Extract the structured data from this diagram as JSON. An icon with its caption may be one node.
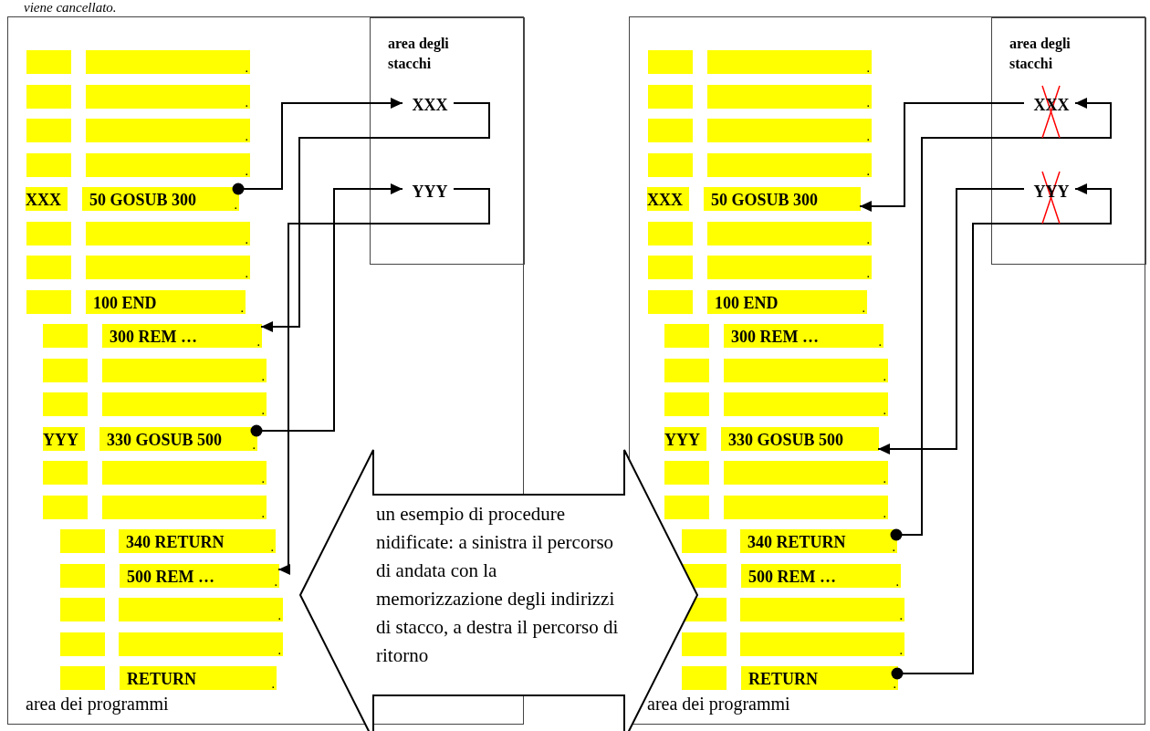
{
  "diagram": {
    "nodes": [
      {
        "text": [
          "area dei programmi"
        ]
      },
      {
        "text": [
          "area degli stacchi"
        ],
        "in": 0
      },
      {
        "text": [
          "XXX"
        ],
        "in": 1
      },
      {
        "text": [
          "YYY"
        ],
        "in": 1
      },
      {
        "text": [],
        "shape": "bar",
        "in": 0
      },
      {
        "text": [
          "."
        ],
        "in": 0
      },
      {
        "text": [],
        "shape": "bar",
        "in": 0
      },
      {
        "text": [
          "."
        ],
        "in": 0
      },
      {
        "text": [],
        "shape": "bar",
        "in": 0
      },
      {
        "text": [
          "."
        ],
        "in": 0
      },
      {
        "text": [],
        "shape": "bar",
        "in": 0
      },
      {
        "text": [
          "."
        ],
        "in": 0
      },
      {
        "text": [
          "XXX"
        ],
        "in": 0
      },
      {
        "text": [
          "50 GOSUB 300",
          "."
        ],
        "in": 0
      },
      {
        "text": [],
        "shape": "bar",
        "in": 0
      },
      {
        "text": [
          "."
        ],
        "in": 0
      },
      {
        "text": [],
        "shape": "bar",
        "in": 0
      },
      {
        "text": [
          "."
        ],
        "in": 0
      },
      {
        "text": [],
        "shape": "bar",
        "in": 0
      },
      {
        "text": [
          "100 END",
          "."
        ],
        "in": 0
      },
      {
        "text": [],
        "shape": "bar",
        "in": 0
      },
      {
        "text": [
          "300 REM …",
          "."
        ],
        "in": 0
      },
      {
        "text": [],
        "shape": "bar",
        "in": 0
      },
      {
        "text": [
          "."
        ],
        "in": 0
      },
      {
        "text": [],
        "shape": "bar",
        "in": 0
      },
      {
        "text": [
          "."
        ],
        "in": 0
      },
      {
        "text": [
          "YYY"
        ],
        "in": 0
      },
      {
        "text": [
          "330 GOSUB 500",
          "."
        ],
        "in": 0
      },
      {
        "text": [],
        "shape": "bar",
        "in": 0
      },
      {
        "text": [
          "."
        ],
        "in": 0
      },
      {
        "text": [],
        "shape": "bar",
        "in": 0
      },
      {
        "text": [
          "."
        ],
        "in": 0
      },
      {
        "text": [],
        "shape": "bar",
        "in": 0
      },
      {
        "text": [
          "340 RETURN",
          "."
        ],
        "in": 0
      },
      {
        "text": [],
        "shape": "bar",
        "in": 0
      },
      {
        "text": [
          "500 REM …",
          "."
        ],
        "in": 0
      },
      {
        "text": [],
        "shape": "bar",
        "in": 0
      },
      {
        "text": [
          "."
        ],
        "in": 0
      },
      {
        "text": [],
        "shape": "bar",
        "in": 0
      },
      {
        "text": [
          "."
        ],
        "in": 0
      },
      {
        "text": [],
        "shape": "bar",
        "in": 0
      },
      {
        "text": [
          "RETURN",
          "."
        ],
        "in": 0
      },
      {
        "text": [
          "area dei programmi"
        ]
      },
      {
        "text": [
          "area degli stacchi"
        ],
        "in": 42
      },
      {
        "text": [
          "XXX"
        ],
        "in": 43
      },
      {
        "text": [
          "YYY"
        ],
        "in": 43
      },
      {
        "text": [],
        "shape": "bar",
        "in": 42
      },
      {
        "text": [
          "."
        ],
        "in": 42
      },
      {
        "text": [],
        "shape": "bar",
        "in": 42
      },
      {
        "text": [
          "."
        ],
        "in": 42
      },
      {
        "text": [],
        "shape": "bar",
        "in": 42
      },
      {
        "text": [
          "."
        ],
        "in": 42
      },
      {
        "text": [],
        "shape": "bar",
        "in": 42
      },
      {
        "text": [
          "."
        ],
        "in": 42
      },
      {
        "text": [
          "XXX"
        ],
        "in": 42
      },
      {
        "text": [
          "50 GOSUB 300"
        ],
        "in": 42
      },
      {
        "text": [],
        "shape": "bar",
        "in": 42
      },
      {
        "text": [
          "."
        ],
        "in": 42
      },
      {
        "text": [],
        "shape": "bar",
        "in": 42
      },
      {
        "text": [
          "."
        ],
        "in": 42
      },
      {
        "text": [],
        "shape": "bar",
        "in": 42
      },
      {
        "text": [
          "100 END",
          "."
        ],
        "in": 42
      },
      {
        "text": [],
        "shape": "bar",
        "in": 42
      },
      {
        "text": [
          "300 REM …",
          "."
        ],
        "in": 42
      },
      {
        "text": [],
        "shape": "bar",
        "in": 42
      },
      {
        "text": [
          "."
        ],
        "in": 42
      },
      {
        "text": [],
        "shape": "bar",
        "in": 42
      },
      {
        "text": [
          "."
        ],
        "in": 42
      },
      {
        "text": [
          "YYY"
        ],
        "in": 42
      },
      {
        "text": [
          "330 GOSUB 500"
        ],
        "in": 42
      },
      {
        "text": [],
        "shape": "bar",
        "in": 42
      },
      {
        "text": [
          "."
        ],
        "in": 42
      },
      {
        "text": [],
        "shape": "bar",
        "in": 42
      },
      {
        "text": [
          "."
        ],
        "in": 42
      },
      {
        "text": [],
        "shape": "bar",
        "in": 42
      },
      {
        "text": [
          "340 RETURN",
          "."
        ],
        "in": 42
      },
      {
        "text": [],
        "shape": "bar",
        "in": 42
      },
      {
        "text": [
          "500 REM …",
          "."
        ],
        "in": 42
      },
      {
        "text": [],
        "shape": "bar",
        "in": 42
      },
      {
        "text": [
          "."
        ],
        "in": 42
      },
      {
        "text": [],
        "shape": "bar",
        "in": 42
      },
      {
        "text": [
          "."
        ],
        "in": 42
      },
      {
        "text": [],
        "shape": "bar",
        "in": 42
      },
      {
        "text": [
          "RETURN",
          "."
        ],
        "in": 42
      },
      {
        "text": [
          "un esempio di procedure nidificate: a sinistra il percorso di andata con la memorizzazione degli indirizzi di stacco, a destra il percorso di ritorno"
        ]
      }
    ],
    "edges": [
      {
        "from": 13,
        "to": 2,
        "arrow": "to"
      },
      {
        "from": 2,
        "to": 21,
        "arrow": "to"
      },
      {
        "from": 27,
        "to": 3,
        "arrow": "to"
      },
      {
        "from": 3,
        "to": 35,
        "arrow": "to"
      },
      {
        "from": 75,
        "to": 44,
        "arrow": "to"
      },
      {
        "from": 44,
        "to": 55,
        "arrow": "to"
      },
      {
        "from": 83,
        "to": 45,
        "arrow": "to"
      },
      {
        "from": 45,
        "to": 69,
        "arrow": "to"
      }
    ],
    "labels": [
      "viene cancellato."
    ]
  }
}
